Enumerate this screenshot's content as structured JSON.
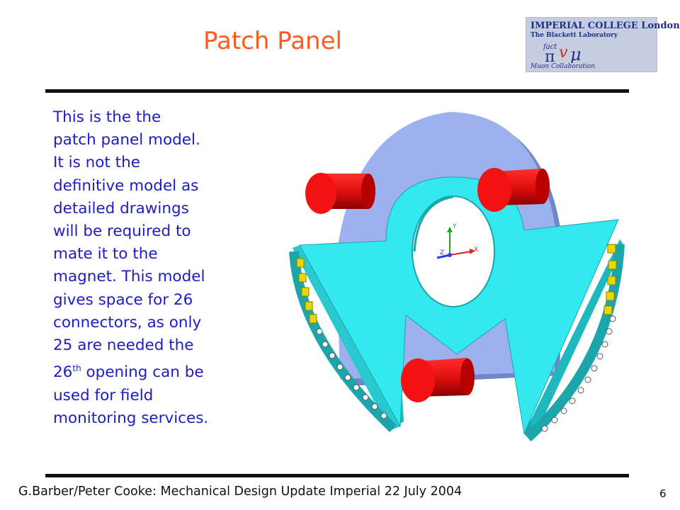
{
  "slide": {
    "title": "Patch Panel",
    "body_lines": [
      "This is the the",
      "patch panel model.",
      "It is not the",
      "definitive model as",
      "detailed drawings",
      "will be required to",
      "mate it to the",
      "magnet.  This model",
      "gives space for 26",
      "connectors, as only",
      "25 are needed the",
      "opening can be",
      "used for field",
      "monitoring services."
    ],
    "ordinal_number": "26",
    "ordinal_suffix": "th",
    "footer": "G.Barber/Peter Cooke: Mechanical Design Update Imperial 22 July 2004",
    "page_number": "6"
  },
  "logo": {
    "line1": "IMPERIAL COLLEGE London",
    "line2": "The Blackett Laboratory",
    "line3": "Muon Collaboration",
    "mark_text": "fact"
  },
  "figure": {
    "axis_labels": {
      "y": "Y",
      "x": "X",
      "z": "Z"
    }
  },
  "colors": {
    "title": "#ff5a1f",
    "body_text": "#1d1dc4",
    "ring_back": "#9db1ee",
    "panel_front": "#33e8ee",
    "pins": "#ee1010",
    "connectors": "#e8d800"
  }
}
